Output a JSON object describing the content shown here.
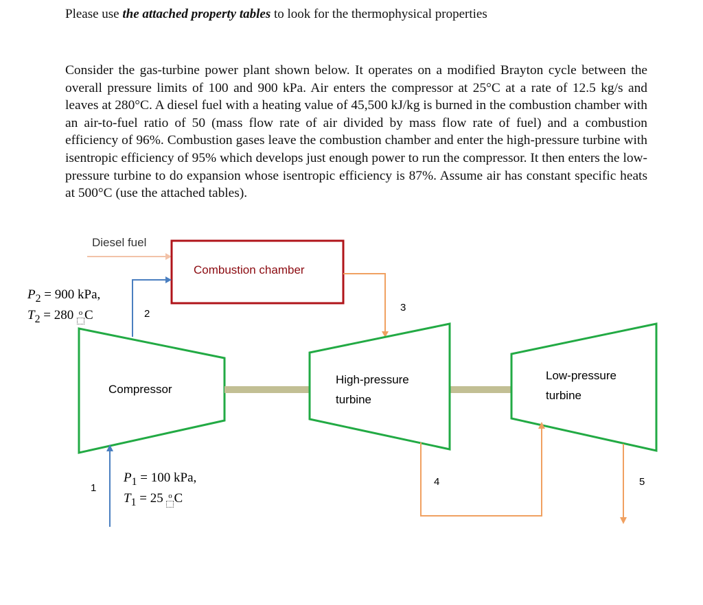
{
  "intro": {
    "before": "Please use ",
    "emphasis": "the attached property tables",
    "after": " to look for the thermophysical properties"
  },
  "problem": {
    "text": "Consider the gas-turbine power plant shown below. It operates on a modified Brayton cycle between the overall pressure limits of 100 and 900 kPa. Air enters the compressor at 25°C at a rate of 12.5 kg/s and leaves at 280°C. A diesel fuel with a heating value of 45,500 kJ/kg is burned in the combustion chamber with an air-to-fuel ratio of 50 (mass flow rate of air divided by mass flow rate of fuel) and a combustion efficiency of 96%. Combustion gases leave the combustion chamber and enter the high-pressure turbine with isentropic efficiency of 95% which develops just enough power to run the compressor. It then enters the low-pressure turbine to do expansion whose isentropic efficiency is 87%. Assume air has constant specific heats at 500°C (use the attached tables)."
  },
  "diagram": {
    "fuel_label": "Diesel fuel",
    "combustion_label": "Combustion chamber",
    "compressor_label": "Compressor",
    "hp_turbine_line1": "High-pressure",
    "hp_turbine_line2": "turbine",
    "lp_turbine_line1": "Low-pressure",
    "lp_turbine_line2": "turbine",
    "state_2": {
      "p_symbol": "P",
      "p_sub": "2",
      "p_value": " = 900 kPa,",
      "t_symbol": "T",
      "t_sub": "2",
      "t_value": " = 280 ",
      "t_unit": "C"
    },
    "state_1": {
      "p_symbol": "P",
      "p_sub": "1",
      "p_value": " = 100 kPa,",
      "t_symbol": "T",
      "t_sub": "1",
      "t_value": " = 25 ",
      "t_unit": "C"
    },
    "degree_mark": "o",
    "node_1": "1",
    "node_2": "2",
    "node_3": "3",
    "node_4": "4",
    "node_5": "5",
    "colors": {
      "component_outline": "#22aa44",
      "combustion_outline": "#b0141a",
      "combustion_text": "#8b0a10",
      "hot_flow": "#f0a060",
      "air_flow": "#4a7fc0",
      "shaft": "#c2bf94",
      "fuel_flow": "#f2c2a8"
    }
  }
}
